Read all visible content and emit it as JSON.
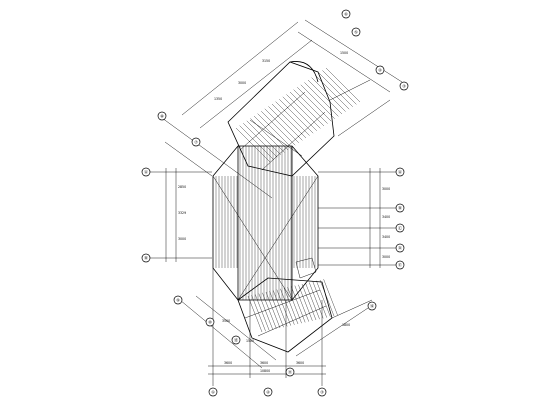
{
  "drawing": {
    "wing_upper_grid_top": [
      "⑥",
      "⑤",
      "④",
      "③"
    ],
    "wing_upper_grid_side": [
      "⑧",
      "⑦"
    ],
    "core_grid_left": [
      "Ⓐ",
      "Ⓑ"
    ],
    "core_grid_right": [
      "Ⓐ",
      "Ⓑ",
      "Ⓒ",
      "Ⓓ",
      "Ⓔ"
    ],
    "wing_lower_grid_side": [
      "⑨",
      "⑩"
    ],
    "wing_lower_grid_bottom": [
      "⑬",
      "⑫",
      "⑪"
    ],
    "bottom_grid": [
      "①",
      "②",
      "③"
    ],
    "dims_upper": [
      "1350",
      "3000",
      "3150",
      "1500"
    ],
    "dims_left": [
      "2850",
      "3329",
      "3000"
    ],
    "dims_right": [
      "3000",
      "3400",
      "3400",
      "3000"
    ],
    "dims_bottom": [
      "3600",
      "3600",
      "3600"
    ],
    "dims_bottom_total": "10800",
    "dims_lower": [
      "3500",
      "1500",
      "1800"
    ]
  }
}
